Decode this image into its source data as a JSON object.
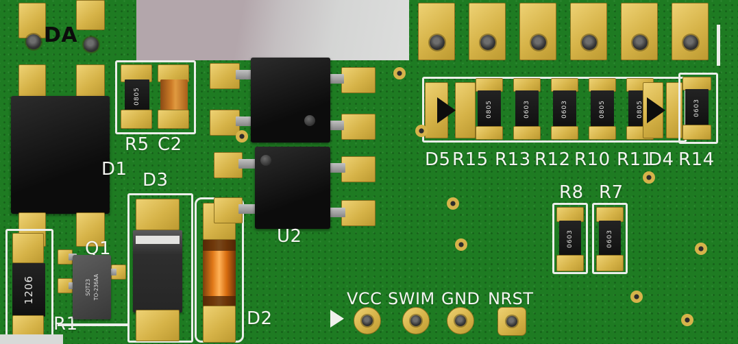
{
  "silkscreen": {
    "da": "DA",
    "d1": "D1",
    "r5": "R5",
    "c2": "C2",
    "d3": "D3",
    "q1": "Q1",
    "r1": "R1",
    "d2": "D2",
    "u2": "U2",
    "vcc": "VCC",
    "swim": "SWIM",
    "gnd": "GND",
    "nrst": "NRST",
    "d5": "D5",
    "r15": "R15",
    "r13": "R13",
    "r12": "R12",
    "r10": "R10",
    "r11": "R11",
    "d4": "D4",
    "r14": "R14",
    "r8": "R8",
    "r7": "R7"
  },
  "markings": {
    "r1": "1206",
    "q1_line1": "SOT23",
    "q1_line2": "TO-236AA",
    "r5": "0805",
    "r15": "0805",
    "r13": "0603",
    "r12": "0603",
    "r10": "0805",
    "r11": "0805",
    "r14": "0603",
    "r8": "0603",
    "r7": "0603"
  },
  "colors": {
    "board_green": "#1e7b22",
    "pad_gold": "#d6b348",
    "silkscreen_white": "#eceeea",
    "component_black": "#141414",
    "capacitor_orange": "#e07818",
    "background_gray": "#d4d5d4",
    "background_mauve": "#b3a6ab"
  }
}
